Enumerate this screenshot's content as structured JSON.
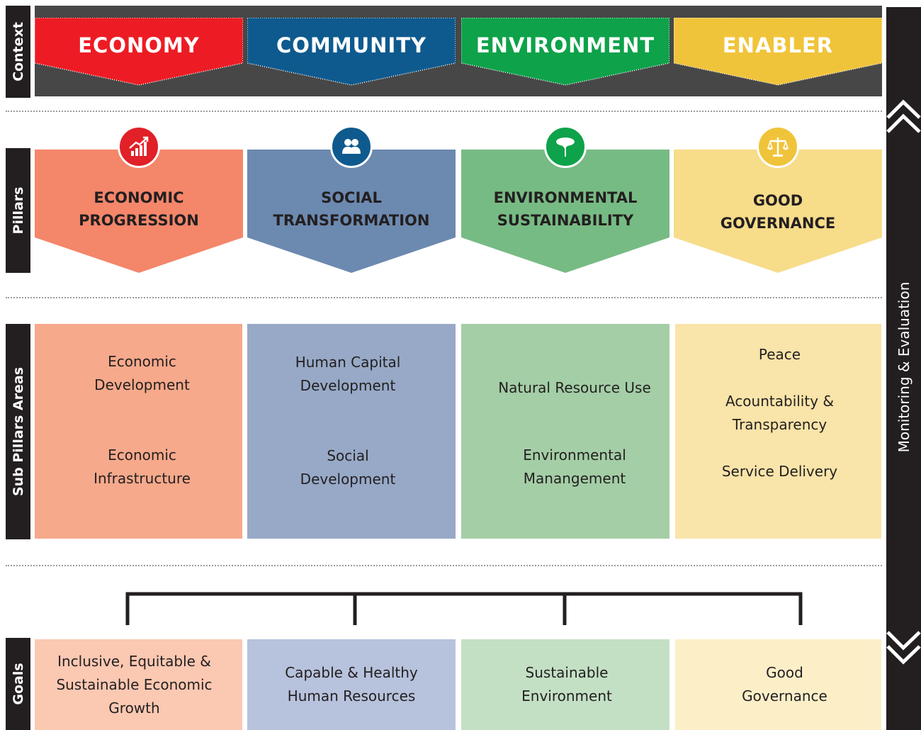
{
  "row_labels": {
    "context": "Context",
    "pillars": "Pillars",
    "sub_pillars": "Sub Pillars Areas",
    "goals": "Goals"
  },
  "side_bar": {
    "label": "Monitoring & Evaluation"
  },
  "context": [
    {
      "label": "ECONOMY",
      "color": "#ed1c24"
    },
    {
      "label": "COMMUNITY",
      "color": "#0e5a8e"
    },
    {
      "label": "ENVIRONMENT",
      "color": "#0ea24a"
    },
    {
      "label": "ENABLER",
      "color": "#f0c43a"
    }
  ],
  "pillars": [
    {
      "line1": "ECONOMIC",
      "line2": "PROGRESSION",
      "color": "#f4866a",
      "icon": "growth-chart-icon",
      "icon_color": "#e12027"
    },
    {
      "line1": "SOCIAL",
      "line2": "TRANSFORMATION",
      "color": "#6c89b0",
      "icon": "people-icon",
      "icon_color": "#0e5a8e"
    },
    {
      "line1": "ENVIRONMENTAL",
      "line2": "SUSTAINABILITY",
      "color": "#77bb84",
      "icon": "tree-icon",
      "icon_color": "#0ea24a"
    },
    {
      "line1": "GOOD",
      "line2": "GOVERNANCE",
      "color": "#f7dc8a",
      "icon": "scales-icon",
      "icon_color": "#f0c43a"
    }
  ],
  "sub_pillars": [
    {
      "color": "#f6a98b",
      "items": [
        [
          "Economic",
          "Development"
        ],
        [
          "Economic",
          "Infrastructure"
        ]
      ]
    },
    {
      "color": "#97a9c7",
      "items": [
        [
          "Human Capital",
          "Development"
        ],
        [
          "Social",
          "Development"
        ]
      ]
    },
    {
      "color": "#a4cea6",
      "items": [
        [
          "Natural Resource Use"
        ],
        [
          "Environmental",
          "Manangement"
        ]
      ]
    },
    {
      "color": "#f9e4a9",
      "items": [
        [
          "Peace"
        ],
        [
          "Acountability &",
          "Transparency"
        ],
        [
          "Service Delivery"
        ]
      ]
    }
  ],
  "goals": [
    {
      "lines": [
        "Inclusive, Equitable &",
        "Sustainable Economic",
        "Growth"
      ],
      "color": "#fbc8b2"
    },
    {
      "lines": [
        "Capable & Healthy",
        "Human Resources"
      ],
      "color": "#b7c2dc"
    },
    {
      "lines": [
        "Sustainable",
        "Environment"
      ],
      "color": "#c3e0c5"
    },
    {
      "lines": [
        "Good",
        "Governance"
      ],
      "color": "#fcefc8"
    }
  ]
}
